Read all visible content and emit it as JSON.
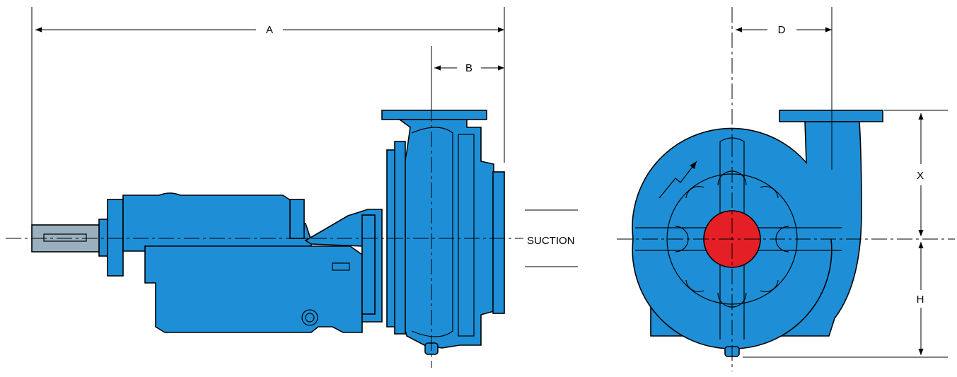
{
  "labels": {
    "a": "A",
    "b": "B",
    "d": "D",
    "x": "X",
    "h": "H",
    "suction": "SUCTION"
  },
  "colors": {
    "pump_body": "#1e8fd6",
    "impeller_eye": "#e41f26",
    "outline": "#000000",
    "background": "#ffffff"
  }
}
